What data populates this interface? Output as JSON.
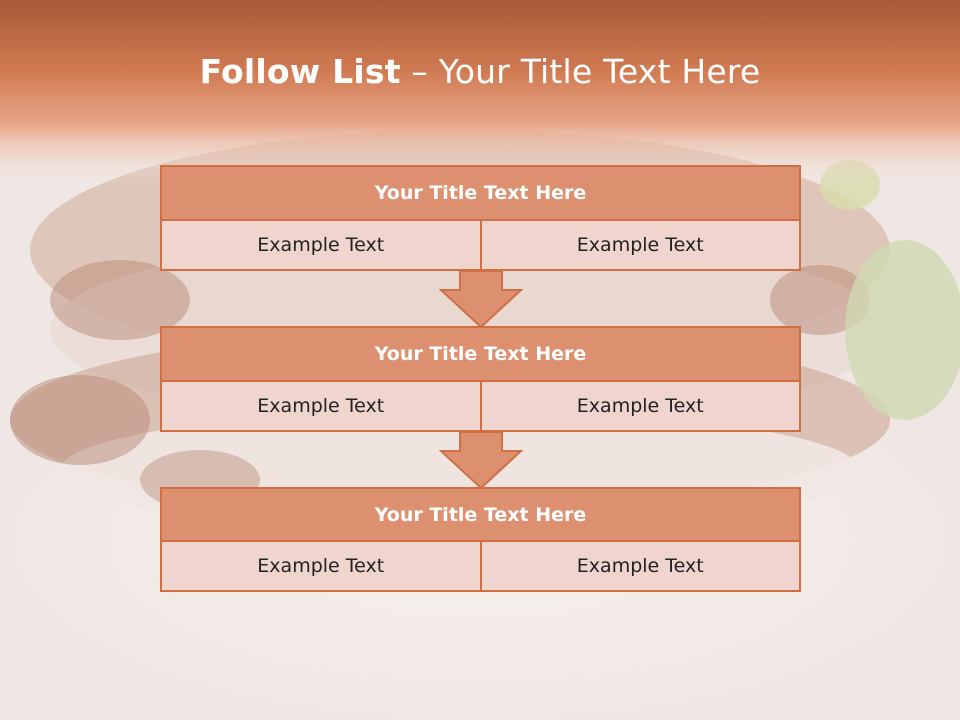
{
  "slide": {
    "title_bold": "Follow List",
    "title_rest": " – Your Title Text Here"
  },
  "blocks": [
    {
      "title": "Your Title Text Here",
      "left": "Example Text",
      "right": "Example Text"
    },
    {
      "title": "Your Title Text Here",
      "left": "Example Text",
      "right": "Example Text"
    },
    {
      "title": "Your Title Text Here",
      "left": "Example Text",
      "right": "Example Text"
    }
  ],
  "colors": {
    "header_band": "#c97650",
    "block_header": "#dd9070",
    "block_border": "#cf6f44",
    "block_cell": "#f0d4ce"
  }
}
